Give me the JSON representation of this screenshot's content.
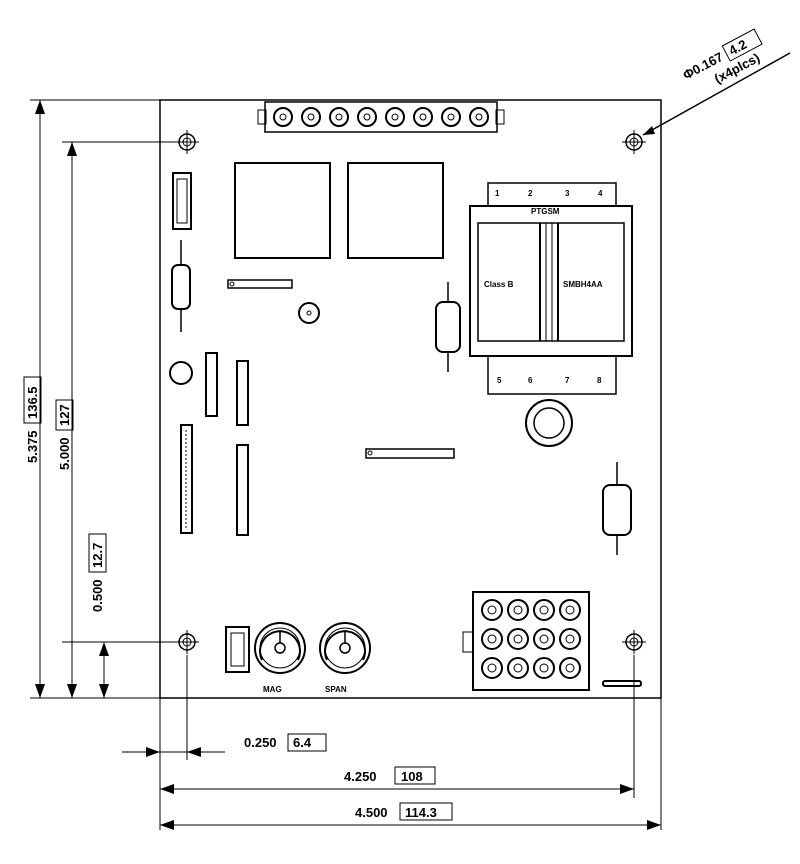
{
  "dimensions": {
    "overall_height": "5.375",
    "overall_height_mm": "136.5",
    "hole_spacing_height": "5.000",
    "hole_spacing_height_mm": "127",
    "hole_offset_bottom": "0.500",
    "hole_offset_bottom_mm": "12.7",
    "hole_offset_left": "0.250",
    "hole_offset_left_mm": "6.4",
    "hole_spacing_width": "4.250",
    "hole_spacing_width_mm": "108",
    "overall_width": "4.500",
    "overall_width_mm": "114.3"
  },
  "hole_callout": {
    "prefix": "Φ",
    "value": "0.167",
    "value_mm": "4.2",
    "qty": "(x4plcs)"
  },
  "transformer_labels": {
    "header": "PTGSM",
    "left": "Class B",
    "right": "SMBH4AA",
    "top_pins": [
      "1",
      "2",
      "3",
      "4"
    ],
    "bottom_pins": [
      "5",
      "6",
      "7",
      "8"
    ]
  },
  "pot_labels": {
    "left": "MAG",
    "right": "SPAN"
  }
}
